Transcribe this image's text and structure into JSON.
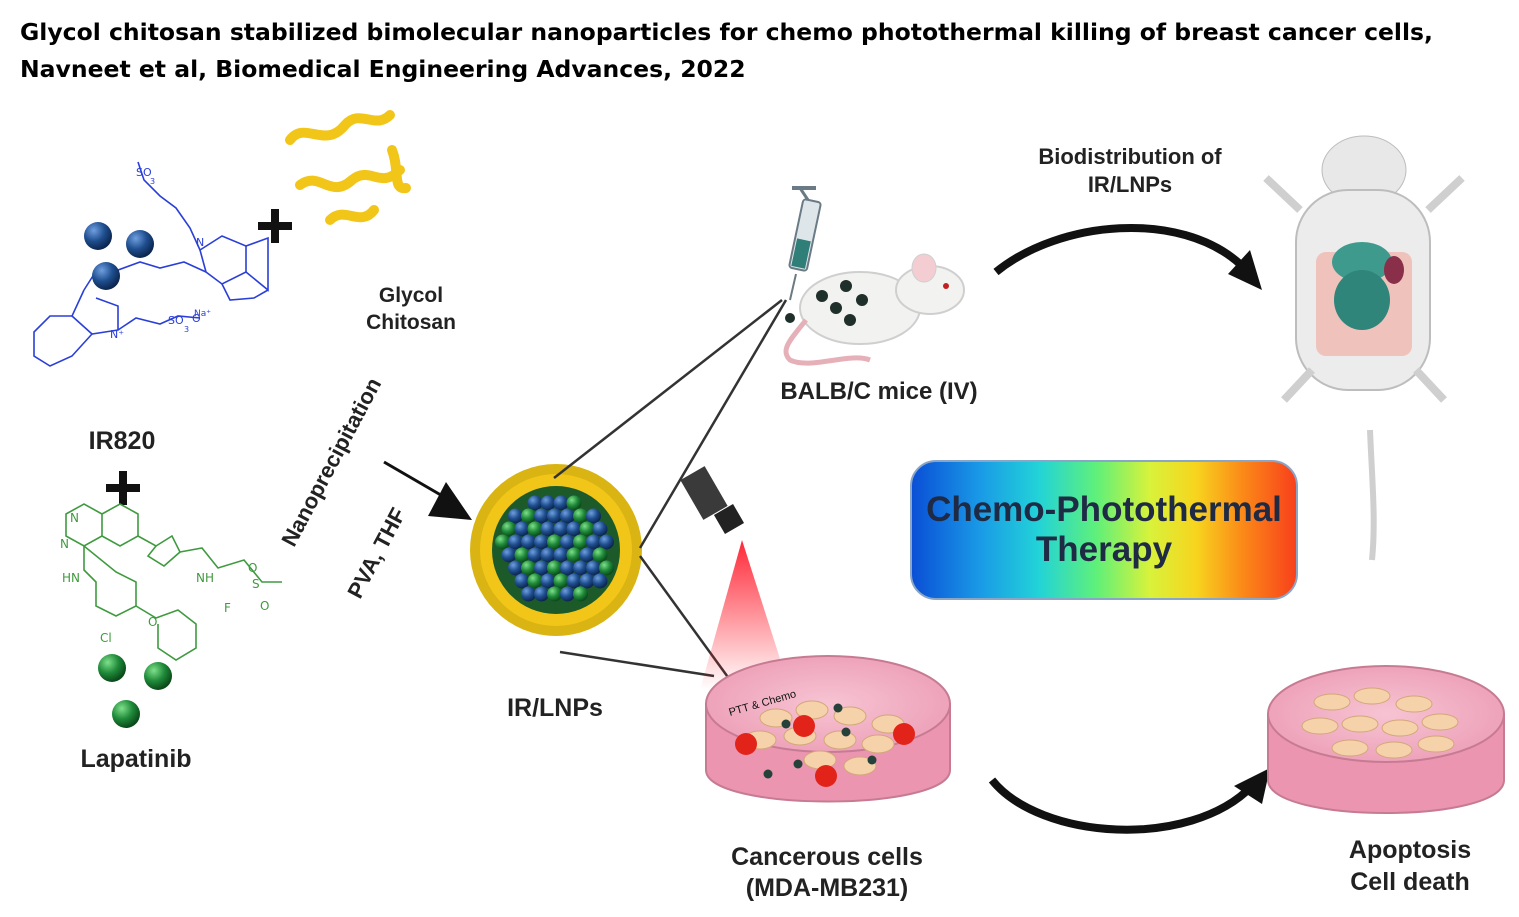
{
  "title": {
    "line1": "Glycol chitosan stabilized bimolecular nanoparticles for chemo photothermal killing of breast cancer cells,",
    "line2": "Navneet et al, Biomedical Engineering Advances, 2022"
  },
  "labels": {
    "glycol_chitosan_1": "Glycol",
    "glycol_chitosan_2": "Chitosan",
    "ir820": "IR820",
    "lapatinib": "Lapatinib",
    "nanoprecipitation": "Nanoprecipitation",
    "pva_thf": "PVA, THF",
    "ir_lnps": "IR/LNPs",
    "balbc_mice": "BALB/C mice (IV)",
    "biodistribution_1": "Biodistribution of",
    "biodistribution_2": "IR/LNPs",
    "therapy_1": "Chemo-Photothermal",
    "therapy_2": "Therapy",
    "cancerous_1": "Cancerous cells",
    "cancerous_2": "(MDA-MB231)",
    "apoptosis_1": "Apoptosis",
    "apoptosis_2": "Cell death",
    "dish_tag": "PTT & Chemo"
  },
  "colors": {
    "ir820_blue": "#2a3fd8",
    "lapatinib_green": "#3f9a3f",
    "chitosan_yellow": "#f2c619",
    "sphere_blue": "#1f4f8f",
    "sphere_green": "#1f8a3a",
    "dish_pink": "#ef9fb7"
  }
}
